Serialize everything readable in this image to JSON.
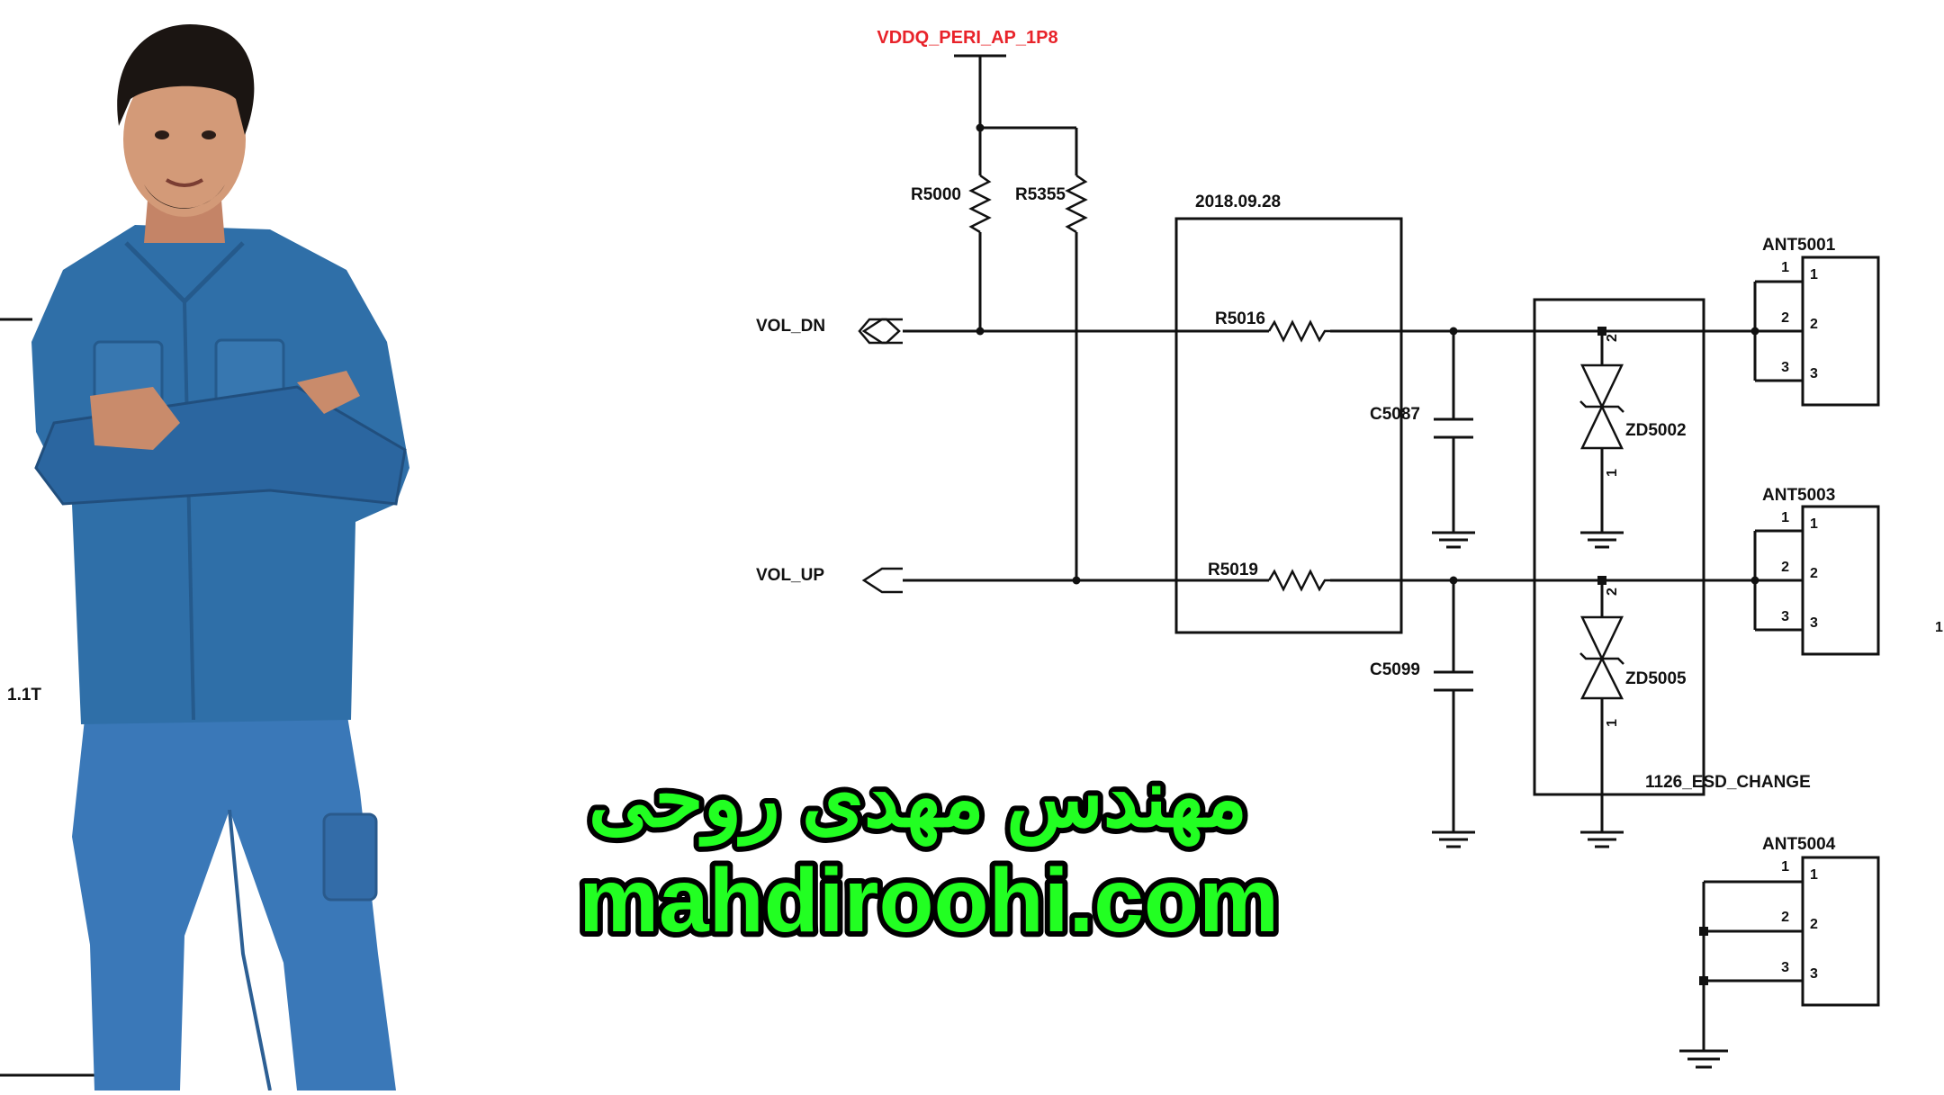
{
  "schematic": {
    "power_rail": "VDDQ_PERI_AP_1P8",
    "date_stamp": "2018.09.28",
    "esd_note": "1126_ESD_CHANGE",
    "left_label": "1.1T",
    "right_edge_label": "1",
    "nets": {
      "vol_dn": "VOL_DN",
      "vol_up": "VOL_UP"
    },
    "resistors": {
      "r5000": "R5000",
      "r5355": "R5355",
      "r5016": "R5016",
      "r5019": "R5019"
    },
    "capacitors": {
      "c5087": "C5087",
      "c5099": "C5099"
    },
    "zener_diodes": {
      "zd5002": {
        "ref": "ZD5002",
        "pin_top": "2",
        "pin_bottom": "1"
      },
      "zd5005": {
        "ref": "ZD5005",
        "pin_top": "2",
        "pin_bottom": "1"
      }
    },
    "antennas": {
      "ant5001": {
        "ref": "ANT5001",
        "pins": [
          "1",
          "2",
          "3"
        ]
      },
      "ant5003": {
        "ref": "ANT5003",
        "pins": [
          "1",
          "2",
          "3"
        ]
      },
      "ant5004": {
        "ref": "ANT5004",
        "pins": [
          "1",
          "2",
          "3"
        ]
      }
    }
  },
  "branding": {
    "name_fa": "مهندس مهدی روحی",
    "website": "mahdiroohi.com"
  },
  "colors": {
    "power_rail": "#e8232a",
    "brand_text": "#22ff22",
    "brand_outline": "#000000",
    "shirt": "#2f6fa8",
    "jeans": "#3a78b8"
  }
}
